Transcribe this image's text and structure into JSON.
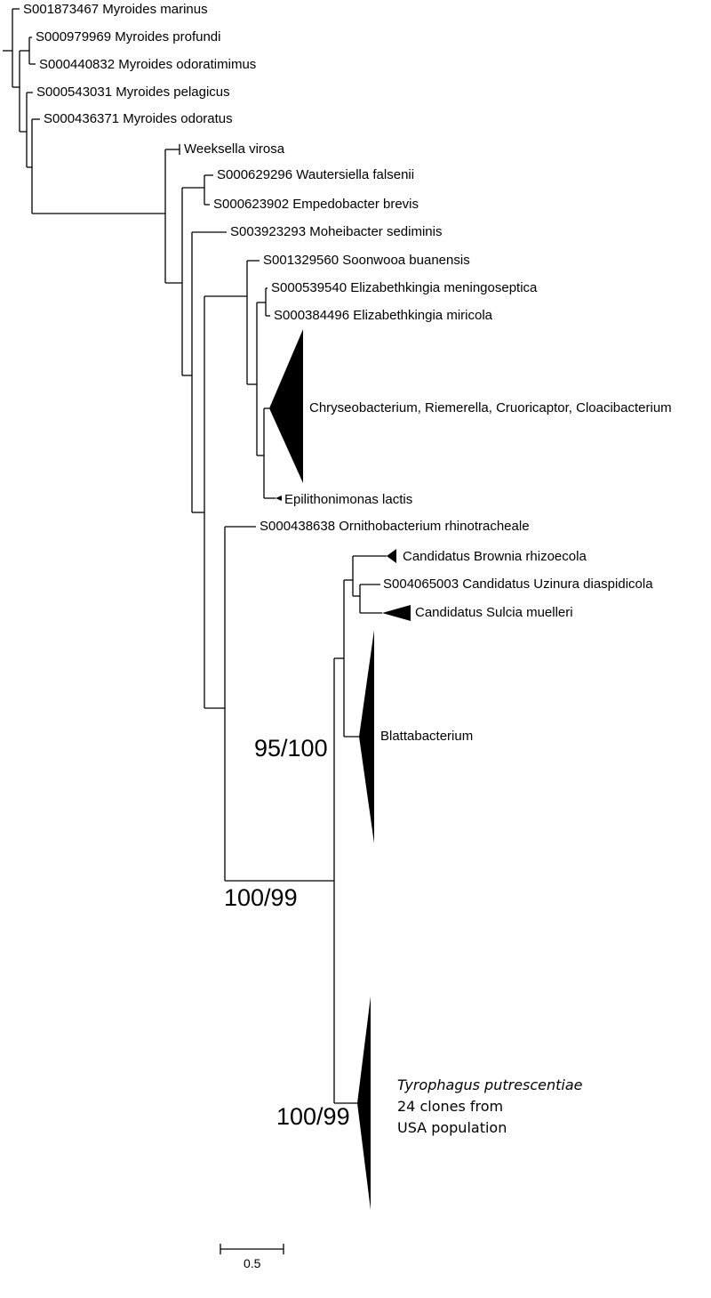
{
  "tree": {
    "leaves": [
      {
        "label": "S001873467 Myroides marinus"
      },
      {
        "label": "S000979969 Myroides profundi"
      },
      {
        "label": "S000440832 Myroides odoratimimus"
      },
      {
        "label": "S000543031 Myroides pelagicus"
      },
      {
        "label": "S000436371 Myroides odoratus"
      },
      {
        "label": "Weeksella virosa"
      },
      {
        "label": "S000629296 Wautersiella falsenii"
      },
      {
        "label": "S000623902 Empedobacter brevis"
      },
      {
        "label": "S003923293 Moheibacter sediminis"
      },
      {
        "label": "S001329560 Soonwooa buanensis"
      },
      {
        "label": "S000539540 Elizabethkingia meningoseptica"
      },
      {
        "label": "S000384496 Elizabethkingia miricola"
      },
      {
        "label": "Chryseobacterium, Riemerella, Cruoricaptor, Cloacibacterium"
      },
      {
        "label": "Epilithonimonas lactis"
      },
      {
        "label": "S000438638 Ornithobacterium rhinotracheale"
      },
      {
        "label": "Candidatus Brownia rhizoecola"
      },
      {
        "label": "S004065003 Candidatus Uzinura diaspidicola"
      },
      {
        "label": "Candidatus Sulcia muelleri"
      },
      {
        "label": "Blattabacterium"
      }
    ],
    "tyrophagus": {
      "species": "Tyrophagus putrescentiae",
      "line2": "24 clones from",
      "line3": "USA population"
    },
    "supports": {
      "blattabacterium_node": "95/100",
      "root_clade_node": "100/99",
      "tyrophagus_node": "100/99"
    },
    "scale_bar": {
      "label": "0.5"
    }
  }
}
